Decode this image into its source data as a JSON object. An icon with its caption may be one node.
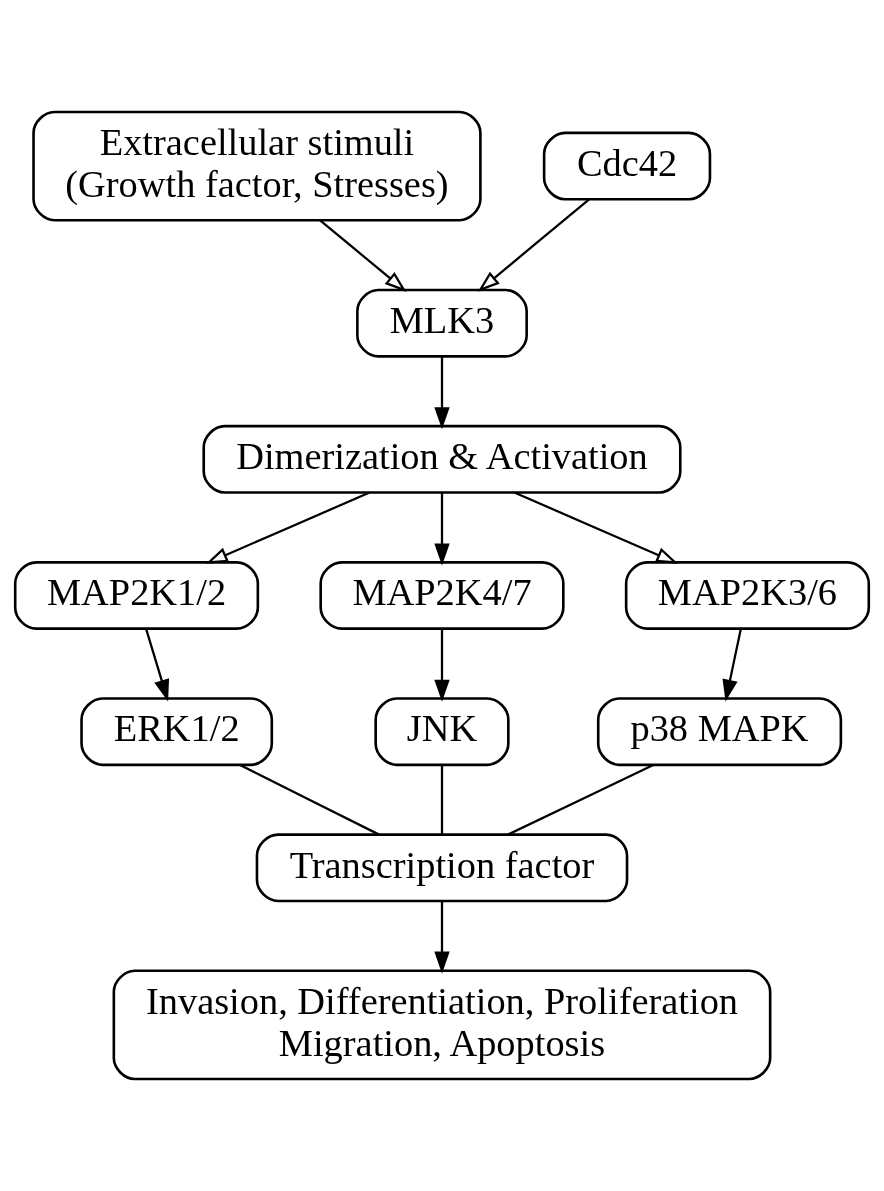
{
  "diagram": {
    "nodes": [
      {
        "text": [
          "Extracellular stimuli (Growth factor, Stresses)"
        ]
      },
      {
        "text": [
          "Cdc42"
        ]
      },
      {
        "text": [
          "MLK3"
        ]
      },
      {
        "text": [
          "Dimerization & Activation"
        ]
      },
      {
        "text": [
          "MAP2K1/2"
        ]
      },
      {
        "text": [
          "MAP2K4/7"
        ]
      },
      {
        "text": [
          "MAP2K3/6"
        ]
      },
      {
        "text": [
          "ERK1/2"
        ]
      },
      {
        "text": [
          "JNK"
        ]
      },
      {
        "text": [
          "p38 MAPK"
        ]
      },
      {
        "text": [
          "Transcription factor"
        ]
      },
      {
        "text": [
          "Invasion, Differentiation, Proliferation Migration, Apoptosis"
        ]
      }
    ],
    "edges": [
      {
        "from": 0,
        "to": 2,
        "arrow": "to"
      },
      {
        "from": 1,
        "to": 2,
        "arrow": "to"
      },
      {
        "from": 2,
        "to": 3,
        "arrow": "to"
      },
      {
        "from": 3,
        "to": 4,
        "arrow": "to"
      },
      {
        "from": 3,
        "to": 5,
        "arrow": "to"
      },
      {
        "from": 3,
        "to": 6,
        "arrow": "to"
      },
      {
        "from": 4,
        "to": 7,
        "arrow": "to"
      },
      {
        "from": 5,
        "to": 8,
        "arrow": "to"
      },
      {
        "from": 6,
        "to": 9,
        "arrow": "to"
      },
      {
        "from": 7,
        "to": 10,
        "arrow": "none"
      },
      {
        "from": 8,
        "to": 10,
        "arrow": "none"
      },
      {
        "from": 9,
        "to": 10,
        "arrow": "none"
      },
      {
        "from": 10,
        "to": 11,
        "arrow": "to"
      }
    ]
  }
}
